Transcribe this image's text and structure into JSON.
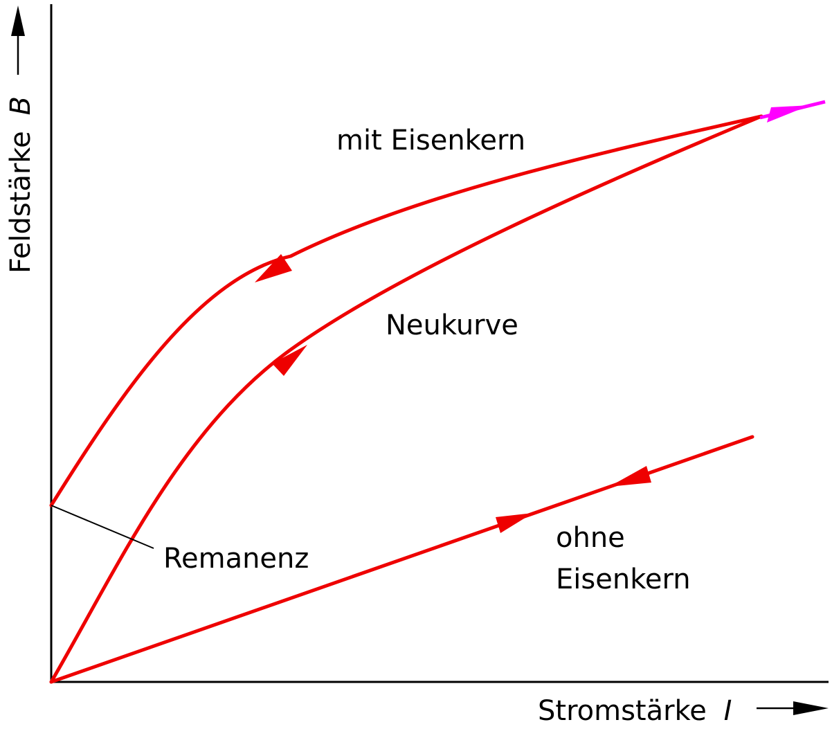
{
  "axes": {
    "x_label": "Stromstärke",
    "x_var": "I",
    "y_label": "Feldstärke",
    "y_var": "B"
  },
  "labels": {
    "with_core": "mit Eisenkern",
    "virgin_curve": "Neukurve",
    "remanence": "Remanenz",
    "without_core_1": "ohne",
    "without_core_2": "Eisenkern"
  },
  "colors": {
    "curve": "#ee0000",
    "extension": "#ff00ff",
    "axis": "#000000",
    "background": "#ffffff"
  }
}
